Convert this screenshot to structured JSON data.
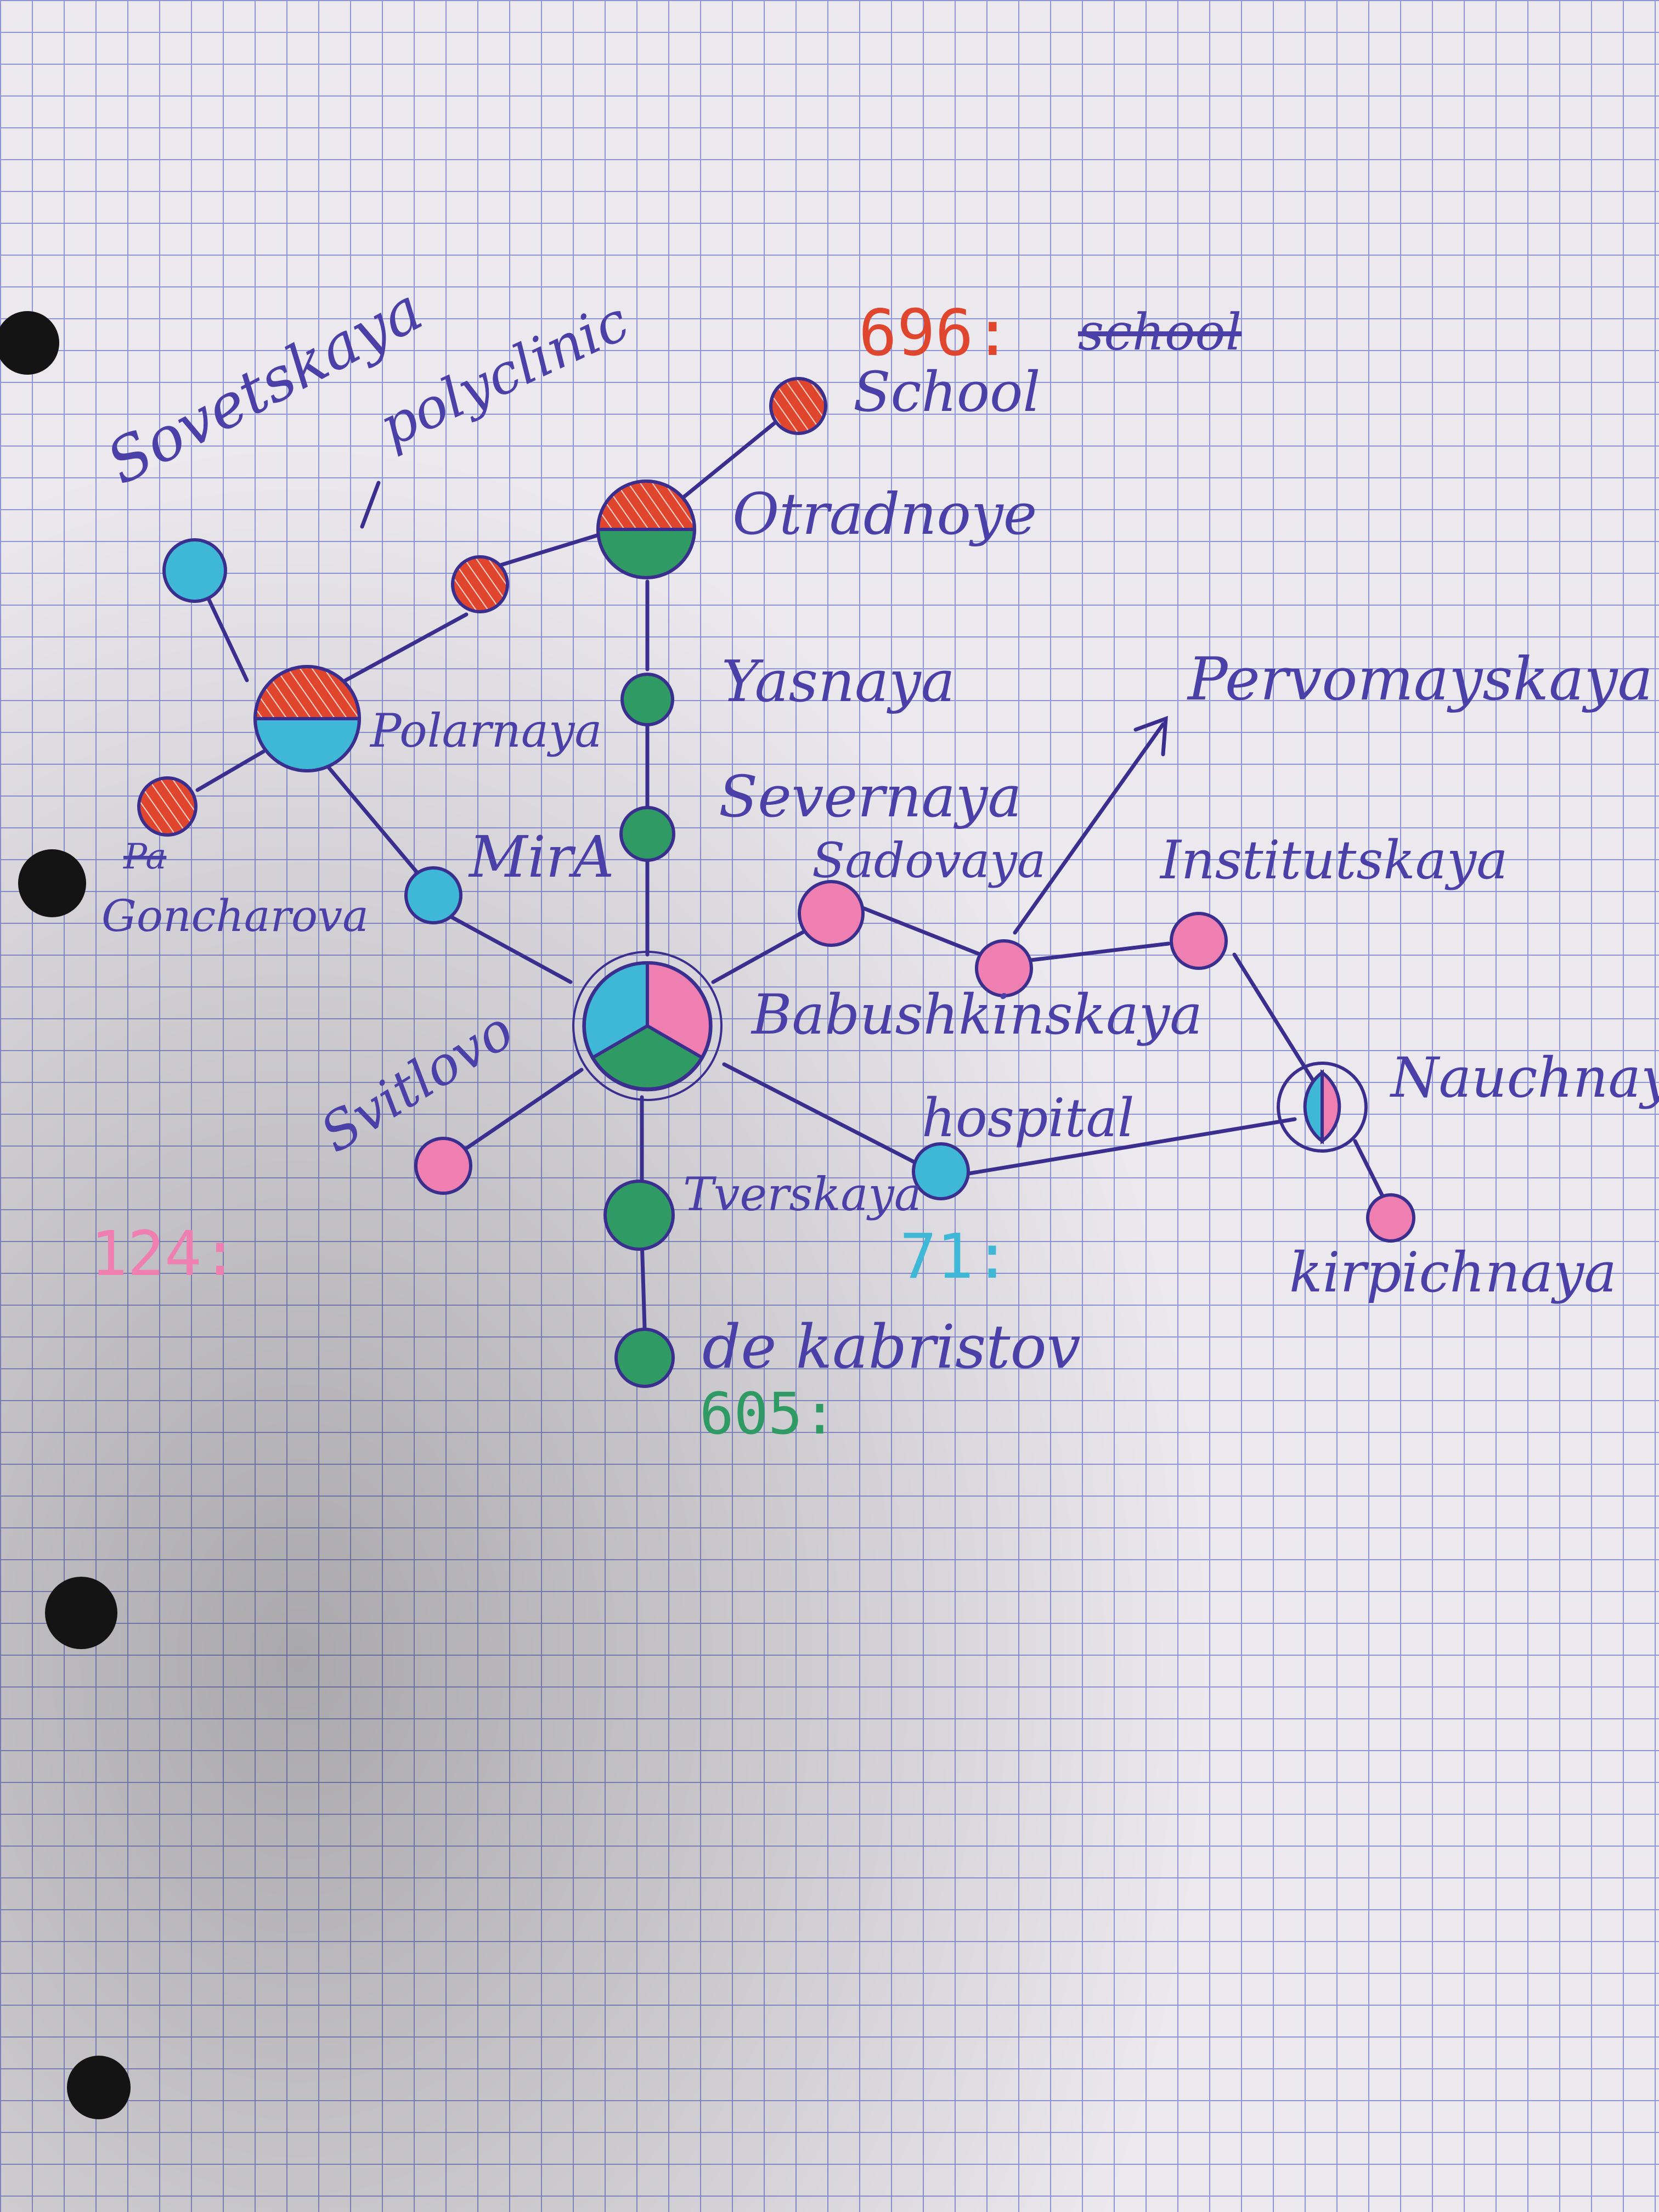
{
  "colors": {
    "line_696": "#e0452e",
    "line_605": "#2f9a63",
    "line_124": "#ee7fb0",
    "line_71": "#3fb7d6",
    "ink": "#4b3fa8",
    "grid": "#8f96d6",
    "paper": "#ebe9ee"
  },
  "legend": [
    {
      "key": "red",
      "text": "696:",
      "extra": "school",
      "color": "#e0452e"
    },
    {
      "key": "pink",
      "text": "124:",
      "color": "#ee7fb0"
    },
    {
      "key": "cyan",
      "text": "71:",
      "color": "#3fb7d6"
    },
    {
      "key": "green",
      "text": "605:",
      "color": "#2f9a63"
    }
  ],
  "stations": [
    {
      "id": "school",
      "label": "School",
      "lines": [
        "696"
      ]
    },
    {
      "id": "otradnoye",
      "label": "Otradnoye",
      "lines": [
        "696",
        "605"
      ]
    },
    {
      "id": "polyclinic",
      "label": "polyclinic",
      "lines": [
        "696"
      ]
    },
    {
      "id": "sovetskaya",
      "label": "Sovetskaya",
      "lines": [
        "71"
      ]
    },
    {
      "id": "polarnaya",
      "label": "Polarnaya",
      "lines": [
        "696",
        "71"
      ]
    },
    {
      "id": "goncharova",
      "label": "Goncharova",
      "struck": "Pa",
      "lines": [
        "696"
      ]
    },
    {
      "id": "mira",
      "label": "MirA",
      "lines": [
        "71"
      ]
    },
    {
      "id": "yasnaya",
      "label": "Yasnaya",
      "lines": [
        "605"
      ]
    },
    {
      "id": "severnaya",
      "label": "Severnaya",
      "lines": [
        "605"
      ]
    },
    {
      "id": "babushkinskaya",
      "label": "Babushkinskaya",
      "lines": [
        "71",
        "124",
        "605"
      ]
    },
    {
      "id": "sadovaya",
      "label": "Sadovaya",
      "lines": [
        "124"
      ]
    },
    {
      "id": "pervomayskaya",
      "label": "Pervomayskaya",
      "lines": [
        "124"
      ]
    },
    {
      "id": "institutskaya",
      "label": "Institutskaya",
      "lines": [
        "124"
      ]
    },
    {
      "id": "nauchnaya",
      "label": "Nauchnaya",
      "lines": [
        "71",
        "124"
      ]
    },
    {
      "id": "kirpichnaya",
      "label": "kirpichnaya",
      "lines": [
        "124"
      ]
    },
    {
      "id": "hospital",
      "label": "hospital",
      "lines": [
        "71"
      ]
    },
    {
      "id": "svitlovo",
      "label": "Svitlovo",
      "lines": [
        "124"
      ]
    },
    {
      "id": "tverskaya",
      "label": "Tverskaya",
      "lines": [
        "605"
      ]
    },
    {
      "id": "dekabristov",
      "label": "de kabristov",
      "lines": [
        "605"
      ]
    }
  ]
}
